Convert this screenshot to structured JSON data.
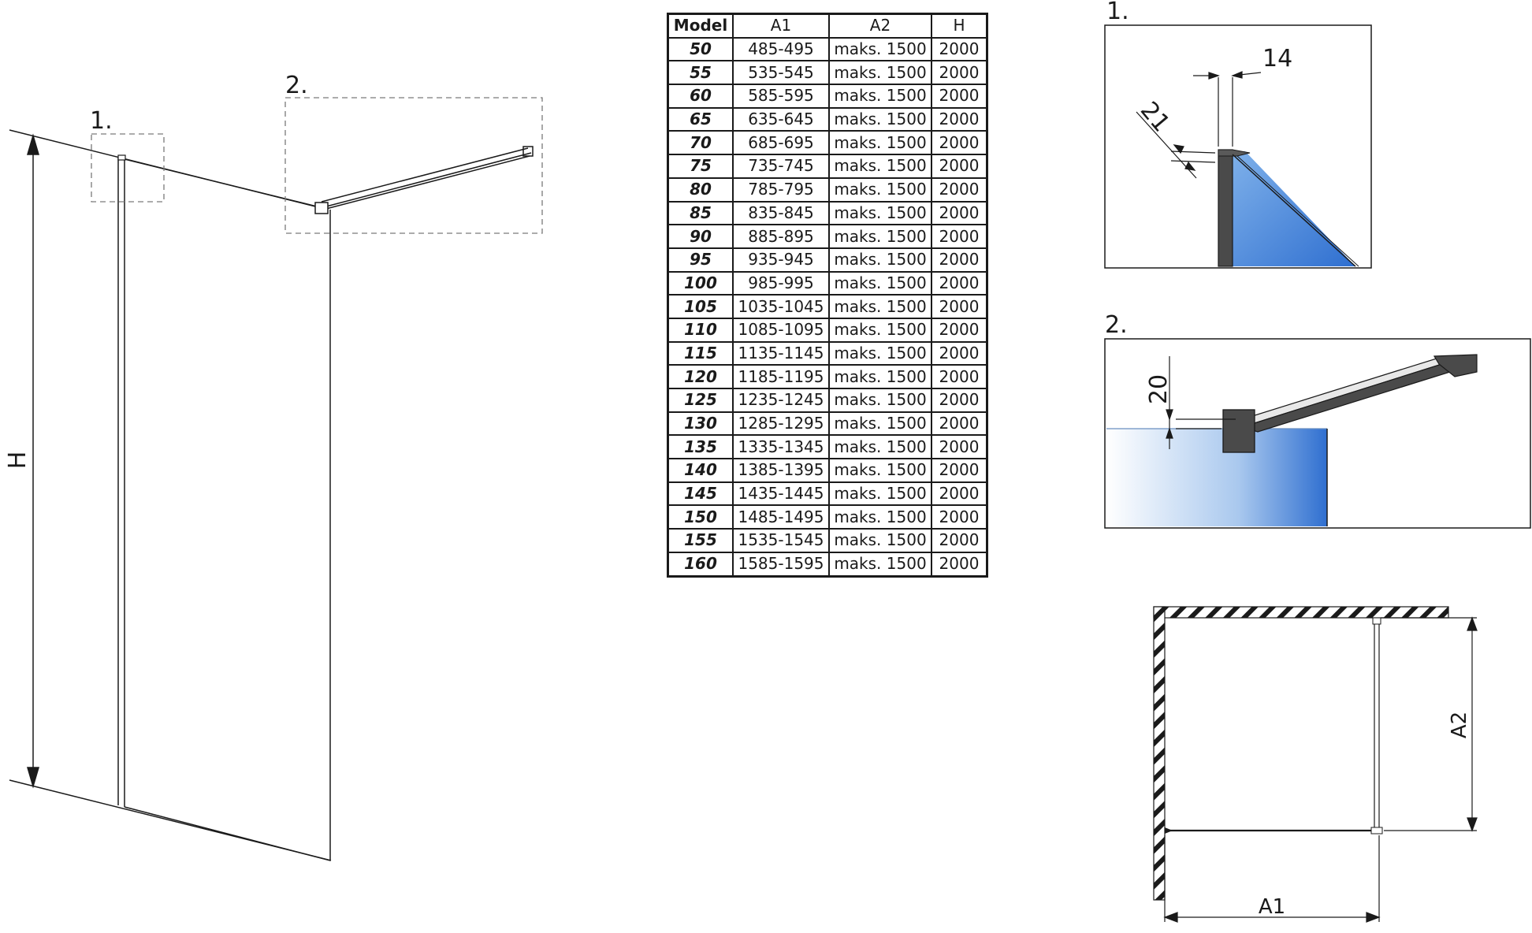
{
  "overview": {
    "height_label": "H",
    "callout_1": "1.",
    "callout_2": "2."
  },
  "table": {
    "headers": [
      "Model",
      "A1",
      "A2",
      "H"
    ],
    "rows": [
      [
        "50",
        "485-495",
        "maks. 1500",
        "2000"
      ],
      [
        "55",
        "535-545",
        "maks. 1500",
        "2000"
      ],
      [
        "60",
        "585-595",
        "maks. 1500",
        "2000"
      ],
      [
        "65",
        "635-645",
        "maks. 1500",
        "2000"
      ],
      [
        "70",
        "685-695",
        "maks. 1500",
        "2000"
      ],
      [
        "75",
        "735-745",
        "maks. 1500",
        "2000"
      ],
      [
        "80",
        "785-795",
        "maks. 1500",
        "2000"
      ],
      [
        "85",
        "835-845",
        "maks. 1500",
        "2000"
      ],
      [
        "90",
        "885-895",
        "maks. 1500",
        "2000"
      ],
      [
        "95",
        "935-945",
        "maks. 1500",
        "2000"
      ],
      [
        "100",
        "985-995",
        "maks. 1500",
        "2000"
      ],
      [
        "105",
        "1035-1045",
        "maks. 1500",
        "2000"
      ],
      [
        "110",
        "1085-1095",
        "maks. 1500",
        "2000"
      ],
      [
        "115",
        "1135-1145",
        "maks. 1500",
        "2000"
      ],
      [
        "120",
        "1185-1195",
        "maks. 1500",
        "2000"
      ],
      [
        "125",
        "1235-1245",
        "maks. 1500",
        "2000"
      ],
      [
        "130",
        "1285-1295",
        "maks. 1500",
        "2000"
      ],
      [
        "135",
        "1335-1345",
        "maks. 1500",
        "2000"
      ],
      [
        "140",
        "1385-1395",
        "maks. 1500",
        "2000"
      ],
      [
        "145",
        "1435-1445",
        "maks. 1500",
        "2000"
      ],
      [
        "150",
        "1485-1495",
        "maks. 1500",
        "2000"
      ],
      [
        "155",
        "1535-1545",
        "maks. 1500",
        "2000"
      ],
      [
        "160",
        "1585-1595",
        "maks. 1500",
        "2000"
      ]
    ]
  },
  "detail_1": {
    "label": "1.",
    "dim_top": "14",
    "dim_side": "21"
  },
  "detail_2": {
    "label": "2.",
    "dim_vertical": "20"
  },
  "plan": {
    "dim_width": "A1",
    "dim_depth": "A2"
  },
  "colors": {
    "line": "#1a1a1a",
    "glass_blue": "#2f6fd0",
    "glass_light": "#dbe8f6",
    "dashed": "#7a7a7a",
    "profile": "#4a4a4a"
  }
}
